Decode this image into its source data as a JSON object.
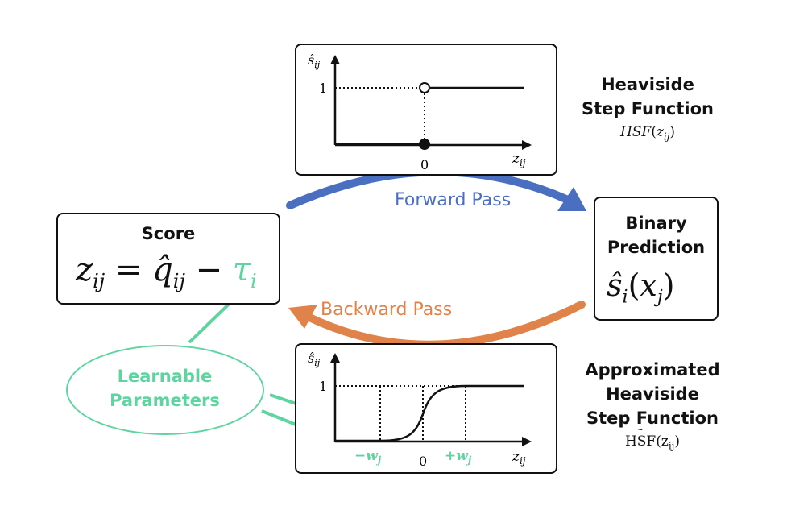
{
  "colors": {
    "forward": "#4a6ec0",
    "backward": "#e0834a",
    "learnable": "#5fd4a0",
    "ink": "#111111"
  },
  "score": {
    "title": "Score",
    "eq_lhs": "z",
    "eq_lhs_sub": "ij",
    "eq_mid": "q̂",
    "eq_mid_sub": "ij",
    "eq_tau": "τ",
    "eq_tau_sub": "i"
  },
  "prediction": {
    "title_line1": "Binary",
    "title_line2": "Prediction",
    "formula": "ŝ",
    "formula_sub": "i",
    "formula_arg": "x",
    "formula_arg_sub": "j"
  },
  "forward": {
    "label": "Forward Pass"
  },
  "backward": {
    "label": "Backward Pass"
  },
  "learnable": {
    "line1": "Learnable",
    "line2": "Parameters"
  },
  "hsf": {
    "title_line1": "Heaviside",
    "title_line2": "Step Function",
    "formula": "HSF",
    "formula_arg": "z",
    "formula_arg_sub": "ij",
    "y_label": "ŝ",
    "y_label_sub": "ij",
    "y_tick": "1",
    "x_tick": "0",
    "x_label": "z",
    "x_label_sub": "ij"
  },
  "ahsf": {
    "title_line1": "Approximated",
    "title_line2": "Heaviside",
    "title_line3": "Step Function",
    "formula": "HSF",
    "formula_arg": "z",
    "formula_arg_sub": "ij",
    "y_label": "ŝ",
    "y_label_sub": "ij",
    "y_tick": "1",
    "x_tick": "0",
    "x_label": "z",
    "x_label_sub": "ij",
    "neg_w": "−w",
    "neg_w_sub": "j",
    "pos_w": "+w",
    "pos_w_sub": "j"
  }
}
